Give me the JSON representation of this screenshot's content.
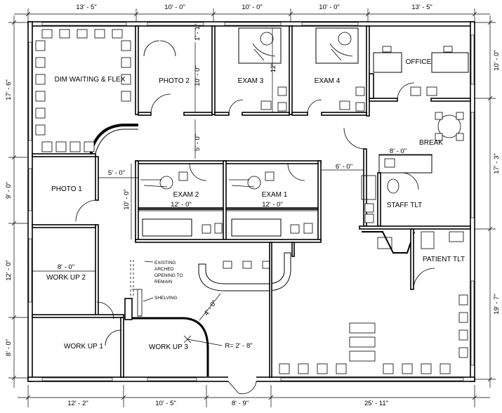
{
  "rooms": {
    "dim_waiting": "DIM WAITING & FLEX",
    "photo2": "PHOTO 2",
    "exam3": "EXAM 3",
    "exam4": "EXAM 4",
    "office": "OFFICE",
    "break": "BREAK",
    "photo1": "PHOTO 1",
    "exam2": "EXAM 2",
    "exam1": "EXAM 1",
    "staff_tlt": "STAFF TLT",
    "patient_tlt": "PATIENT TLT",
    "work_up2": "WORK UP 2",
    "work_up1": "WORK UP 1",
    "work_up3": "WORK UP 3"
  },
  "dims": {
    "top1": "13' - 5\"",
    "top2": "10' - 0\"",
    "top3": "10' - 0\"",
    "top4": "10' - 0\"",
    "top5": "13' - 5\"",
    "bot1": "12' - 2\"",
    "bot2": "10' - 5\"",
    "bot3": "8' - 9\"",
    "bot4": "25' - 11\"",
    "left1": "17' - 6\"",
    "left2": "9' - 0\"",
    "left3": "12' - 0\"",
    "left4": "8' - 0\"",
    "right1": "10' - 0\"",
    "right2": "17' - 3\"",
    "right3": "19' - 7\"",
    "photo2_w": "1' - 1\"",
    "photo2_h": "10' - 0\"",
    "exam3_h": "12'",
    "corridor_h": "5' - 0\"",
    "photo1_w": "5' - 0\"",
    "exam2_h": "10' - 0\"",
    "exam2_w": "12' - 0\"",
    "exam1_w": "12' - 0\"",
    "corridor_w": "6' - 0\"",
    "staff_w": "8' - 0\"",
    "workup2_w": "8' - 0\"",
    "workup3_diag": "4' - 0\"",
    "radius": "R= 2' - 8\""
  },
  "notes": {
    "arch1": "EXISTING",
    "arch2": "ARCHED",
    "arch3": "OPENING TO",
    "arch4": "REMAIN",
    "shelving": "SHELVING"
  }
}
